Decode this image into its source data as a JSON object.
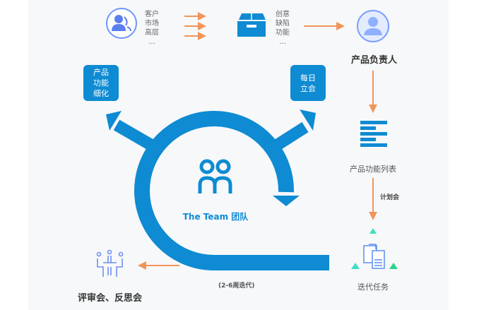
{
  "sources": {
    "lines": [
      "客户",
      "市场",
      "高层",
      "..."
    ]
  },
  "inputs": {
    "lines": [
      "创意",
      "缺陷",
      "功能",
      "..."
    ]
  },
  "product_owner": {
    "label": "产品负责人"
  },
  "backlog": {
    "label": "产品功能列表"
  },
  "planning": {
    "label": "计划会"
  },
  "sprint_tasks": {
    "label": "迭代任务"
  },
  "refine_box": {
    "lines": [
      "产品",
      "功能",
      "细化"
    ]
  },
  "standup_box": {
    "lines": [
      "每日",
      "立会"
    ]
  },
  "team": {
    "label": "The Team 团队"
  },
  "iteration": {
    "label": "(2-6周迭代)"
  },
  "review": {
    "label": "评审会、反思会"
  },
  "colors": {
    "primary": "#0e8bd2",
    "arrow": "#f0955a",
    "icon": "#5b8def",
    "accent": "#3ee0c0"
  }
}
